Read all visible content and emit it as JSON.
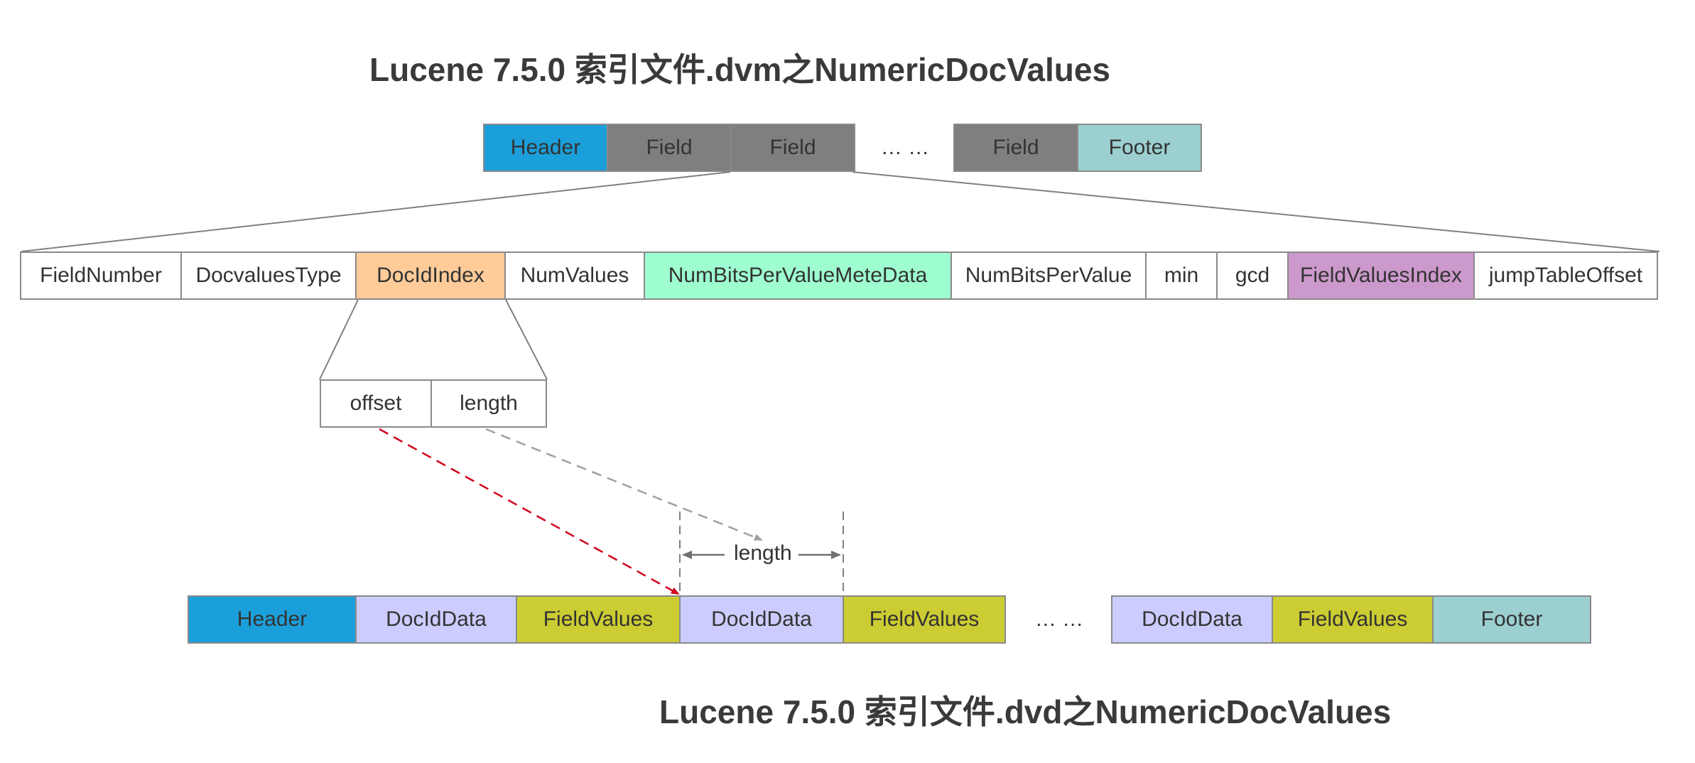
{
  "titles": {
    "dvm": "Lucene 7.5.0 索引文件.dvm之NumericDocValues",
    "dvd": "Lucene 7.5.0 索引文件.dvd之NumericDocValues"
  },
  "dvm_row": [
    {
      "label": "Header",
      "color": "#1b9fda"
    },
    {
      "label": "Field",
      "color": "#7f7f7f"
    },
    {
      "label": "Field",
      "color": "#7f7f7f"
    },
    {
      "label": "… …",
      "color": "#ffffff"
    },
    {
      "label": "Field",
      "color": "#7f7f7f"
    },
    {
      "label": "Footer",
      "color": "#9ccfcf"
    }
  ],
  "field_row": [
    {
      "label": "FieldNumber",
      "color": "#ffffff"
    },
    {
      "label": "DocvaluesType",
      "color": "#ffffff"
    },
    {
      "label": "DocIdIndex",
      "color": "#fecb99"
    },
    {
      "label": "NumValues",
      "color": "#ffffff"
    },
    {
      "label": "NumBitsPerValueMeteData",
      "color": "#9efed0"
    },
    {
      "label": "NumBitsPerValue",
      "color": "#ffffff"
    },
    {
      "label": "min",
      "color": "#ffffff"
    },
    {
      "label": "gcd",
      "color": "#ffffff"
    },
    {
      "label": "FieldValuesIndex",
      "color": "#cc99cc"
    },
    {
      "label": "jumpTableOffset",
      "color": "#ffffff"
    }
  ],
  "docid_index_row": [
    {
      "label": "offset",
      "color": "#ffffff"
    },
    {
      "label": "length",
      "color": "#ffffff"
    }
  ],
  "length_marker": "length",
  "dvd_row": [
    {
      "label": "Header",
      "color": "#1b9fda"
    },
    {
      "label": "DocIdData",
      "color": "#cccdfe"
    },
    {
      "label": "FieldValues",
      "color": "#cccc33"
    },
    {
      "label": "DocIdData",
      "color": "#cccdfe"
    },
    {
      "label": "FieldValues",
      "color": "#cccc33"
    },
    {
      "label": "… …",
      "color": "#ffffff"
    },
    {
      "label": "DocIdData",
      "color": "#cccdfe"
    },
    {
      "label": "FieldValues",
      "color": "#cccc33"
    },
    {
      "label": "Footer",
      "color": "#9ccfcf"
    }
  ]
}
